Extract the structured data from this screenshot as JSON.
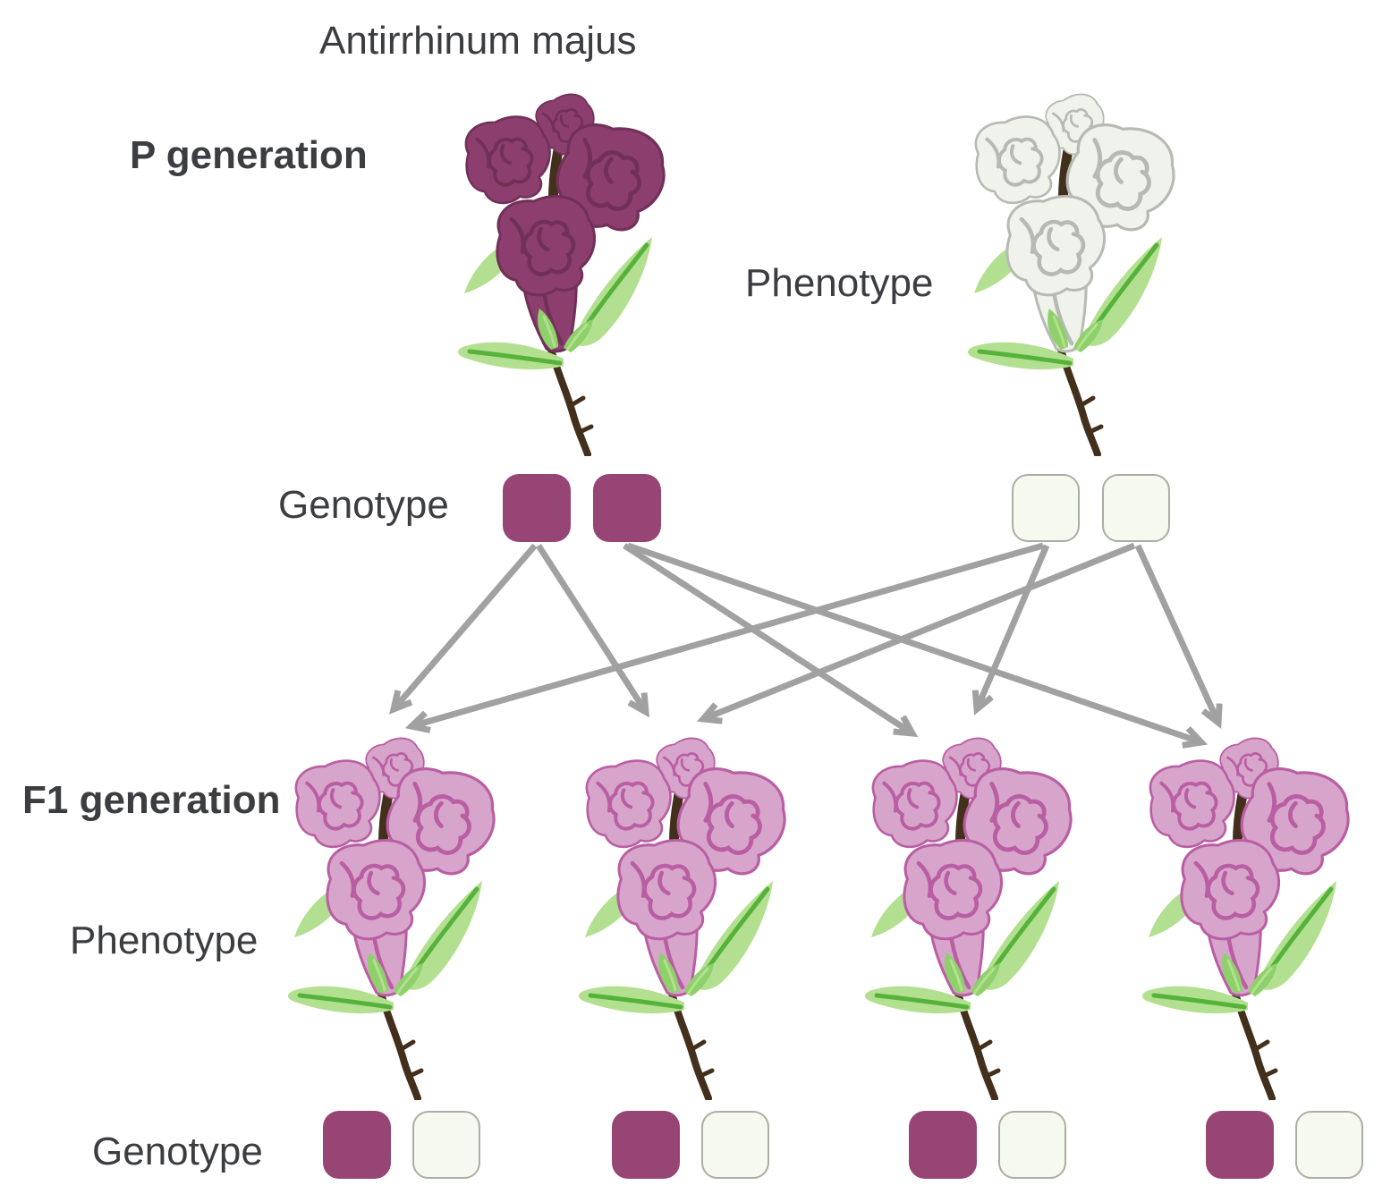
{
  "title": "Antirrhinum majus",
  "p_generation": {
    "label": "P generation",
    "phenotype_label": "Phenotype",
    "genotype_label": "Genotype",
    "parents": [
      {
        "name": "purple-flowered parent",
        "phenotype": "purple",
        "alleles": [
          "purple",
          "purple"
        ]
      },
      {
        "name": "white-flowered parent",
        "phenotype": "white",
        "alleles": [
          "white",
          "white"
        ]
      }
    ]
  },
  "f1_generation": {
    "label": "F1 generation",
    "phenotype_label": "Phenotype",
    "genotype_label": "Genotype",
    "offspring": [
      {
        "name": "offspring-1",
        "phenotype": "pink",
        "alleles": [
          "purple",
          "white"
        ]
      },
      {
        "name": "offspring-2",
        "phenotype": "pink",
        "alleles": [
          "purple",
          "white"
        ]
      },
      {
        "name": "offspring-3",
        "phenotype": "pink",
        "alleles": [
          "purple",
          "white"
        ]
      },
      {
        "name": "offspring-4",
        "phenotype": "pink",
        "alleles": [
          "purple",
          "white"
        ]
      }
    ]
  },
  "cross_arrows": [
    {
      "from": "purple-allele-1",
      "to": "offspring-1"
    },
    {
      "from": "purple-allele-1",
      "to": "offspring-2"
    },
    {
      "from": "purple-allele-2",
      "to": "offspring-3"
    },
    {
      "from": "purple-allele-2",
      "to": "offspring-4"
    },
    {
      "from": "white-allele-1",
      "to": "offspring-1"
    },
    {
      "from": "white-allele-1",
      "to": "offspring-3"
    },
    {
      "from": "white-allele-2",
      "to": "offspring-2"
    },
    {
      "from": "white-allele-2",
      "to": "offspring-4"
    }
  ],
  "colors": {
    "text": "#3b3d40",
    "arrow": "#a1a1a1",
    "purple_allele": "#974574",
    "white_allele_fill": "#f6f9ef",
    "white_allele_border": "#a9aea3",
    "petal_purple": "#8c3f6f",
    "petal_purple_line": "#713058",
    "petal_white": "#f0f3ec",
    "petal_white_line": "#b7bab3",
    "petal_pink": "#d7a5cb",
    "petal_pink_line": "#ba5ea3",
    "leaf_light": "#b3e090",
    "leaf_mid": "#8ed06a",
    "leaf_dark": "#55b23a",
    "stem": "#42301c"
  }
}
